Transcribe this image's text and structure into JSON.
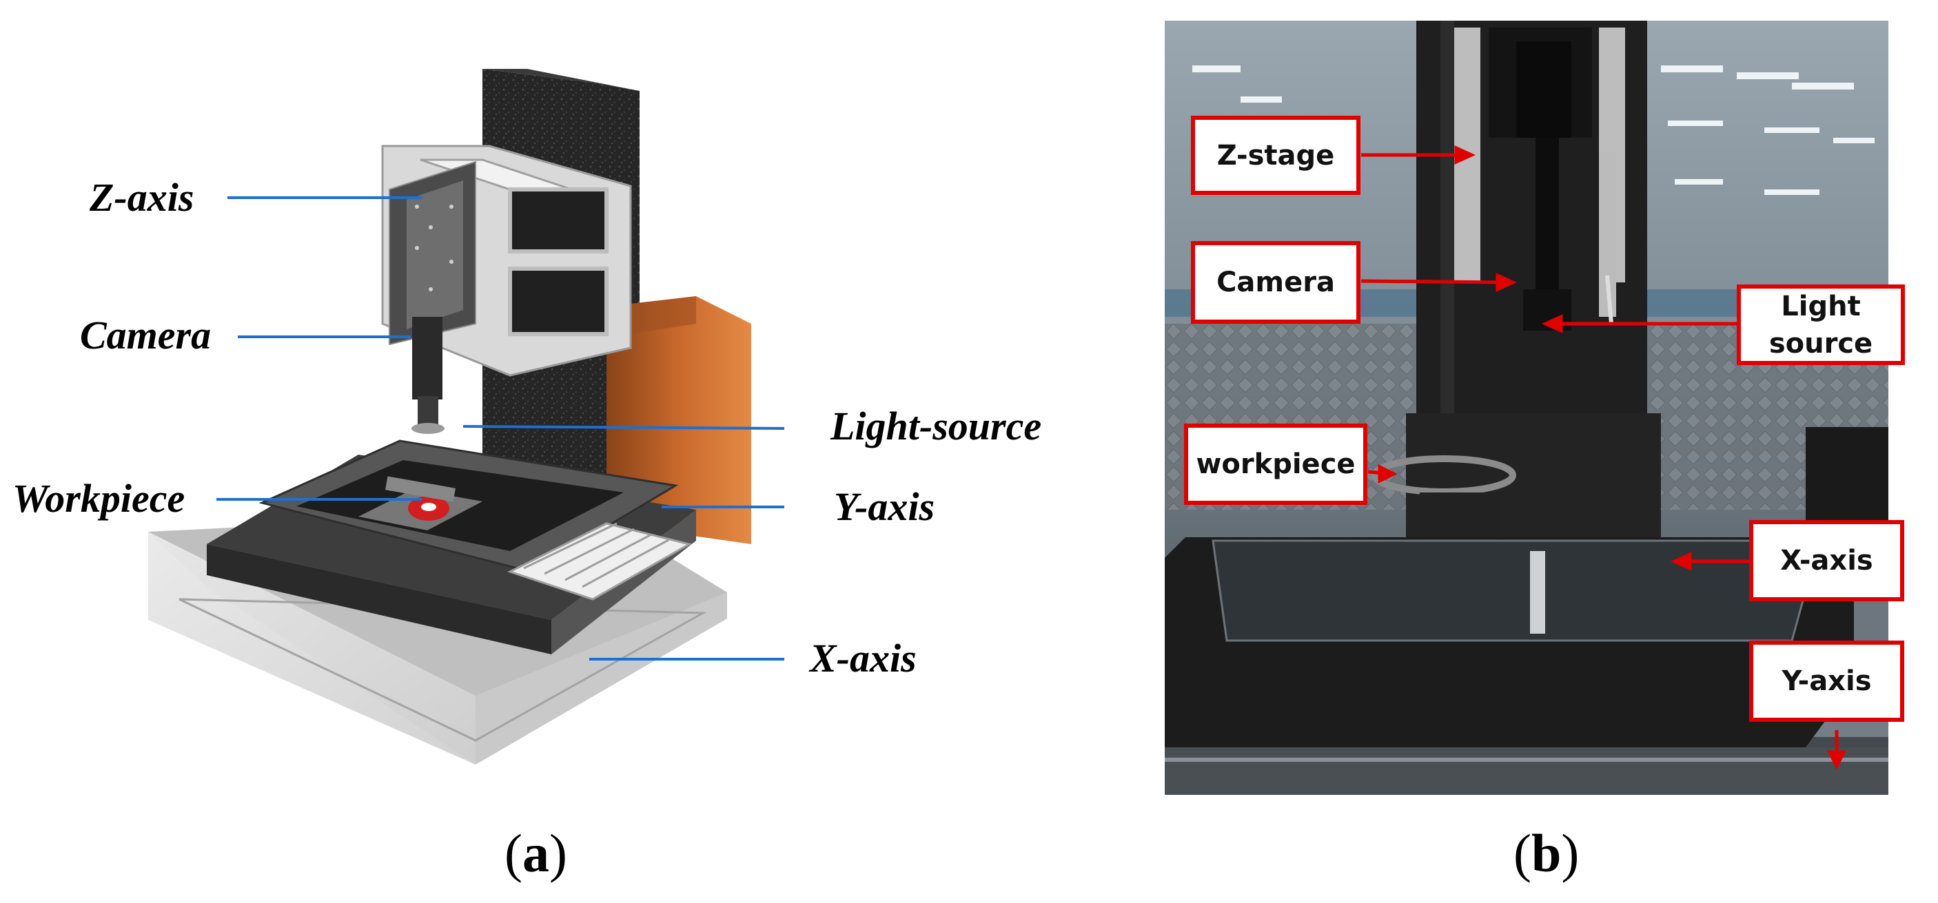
{
  "panel_a": {
    "labels": {
      "z_axis": "Z-axis",
      "camera": "Camera",
      "light_source": "Light-source",
      "workpiece": "Workpiece",
      "y_axis": "Y-axis",
      "x_axis": "X-axis"
    },
    "caption_letter": "a"
  },
  "panel_b": {
    "labels": {
      "z_stage": "Z-stage",
      "camera": "Camera",
      "light_source_line1": "Light",
      "light_source_line2": "source",
      "workpiece": "workpiece",
      "x_axis": "X-axis",
      "y_axis": "Y-axis"
    },
    "caption_letter": "b"
  },
  "colors": {
    "leader_line_a": "#1f6fd1",
    "label_box_b": "#e00000",
    "arrow_b": "#e00000",
    "granite": "#2a2a2a",
    "copper_panel": "#c8692c"
  }
}
